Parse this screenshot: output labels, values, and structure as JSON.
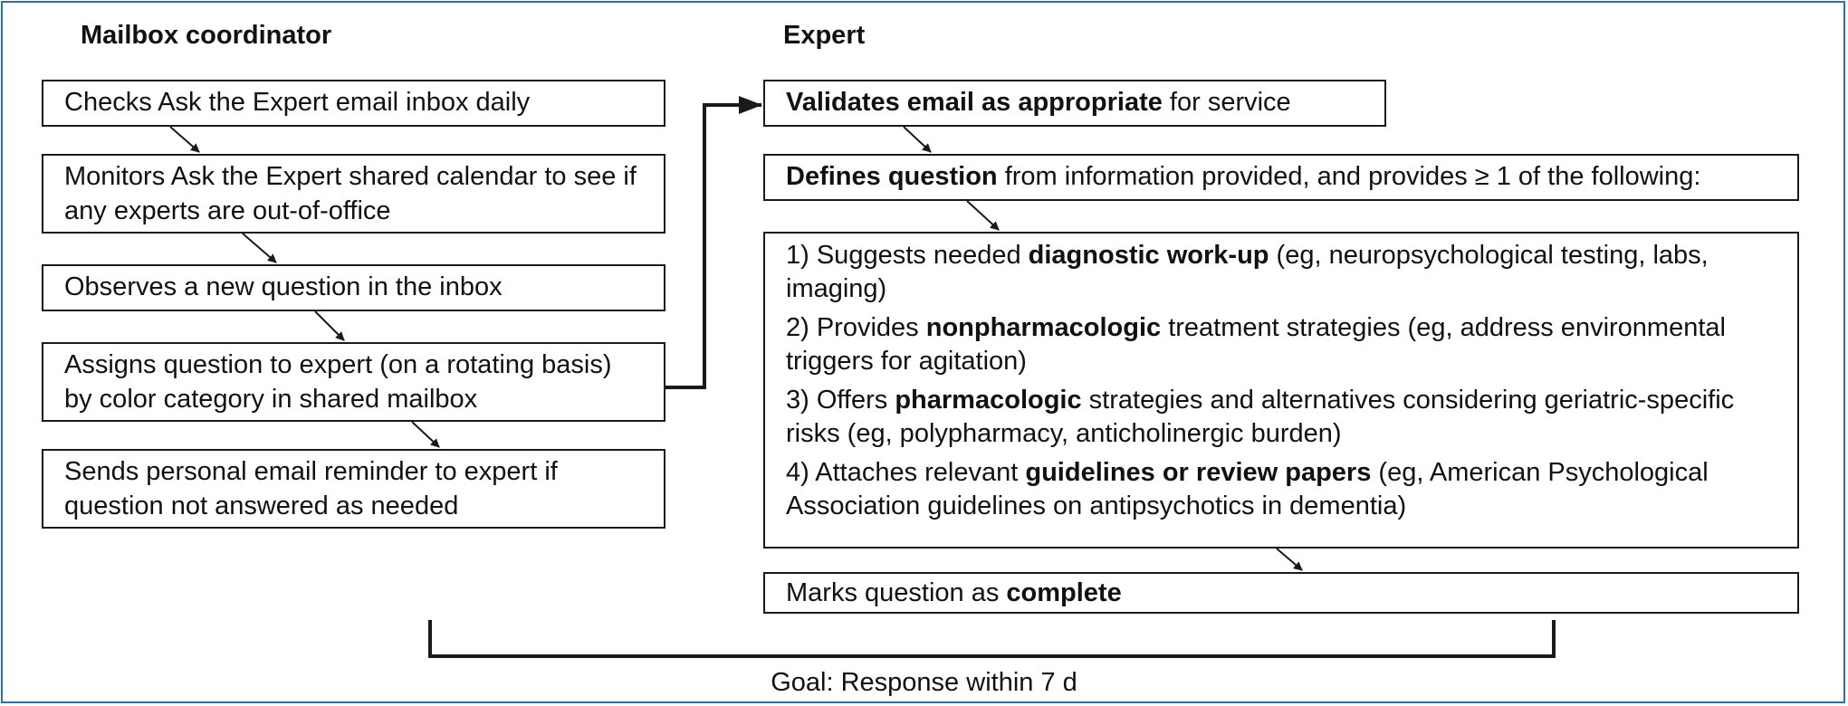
{
  "headings": {
    "left": "Mailbox coordinator",
    "right": "Expert"
  },
  "coordinator_steps": [
    {
      "text": "Checks Ask the Expert email inbox daily"
    },
    {
      "text": "Monitors Ask the Expert shared calendar to see if any experts are out-of-office"
    },
    {
      "text": "Observes a new question in the inbox"
    },
    {
      "text": "Assigns question to expert (on a rotating basis) by color category in shared mailbox"
    },
    {
      "text": "Sends personal email reminder to expert if question not answered as needed"
    }
  ],
  "expert_steps": {
    "validate": {
      "bold": "Validates email as appropriate",
      "rest": " for service"
    },
    "define": {
      "bold": "Defines question",
      "rest": " from information provided, and provides ≥ 1 of the following:"
    },
    "options": [
      {
        "pre": "1) Suggests needed ",
        "bold": "diagnostic work-up",
        "post": " (eg, neuropsychological testing, labs, imaging)"
      },
      {
        "pre": "2) Provides ",
        "bold": "nonpharmacologic",
        "post": " treatment strategies (eg, address environmental triggers for agitation)"
      },
      {
        "pre": "3) Offers ",
        "bold": "pharmacologic",
        "post": " strategies and alternatives considering geriatric-specific risks (eg, polypharmacy, anticholinergic burden)"
      },
      {
        "pre": "4) Attaches relevant ",
        "bold": "guidelines or review papers",
        "post": " (eg, American Psychological Association guidelines on antipsychotics in dementia)"
      }
    ],
    "complete": {
      "pre": "Marks question as ",
      "bold": "complete"
    }
  },
  "goal": "Goal: Response within 7 d",
  "colors": {
    "frame": "#2f6fa8",
    "line": "#1a1a1a"
  }
}
